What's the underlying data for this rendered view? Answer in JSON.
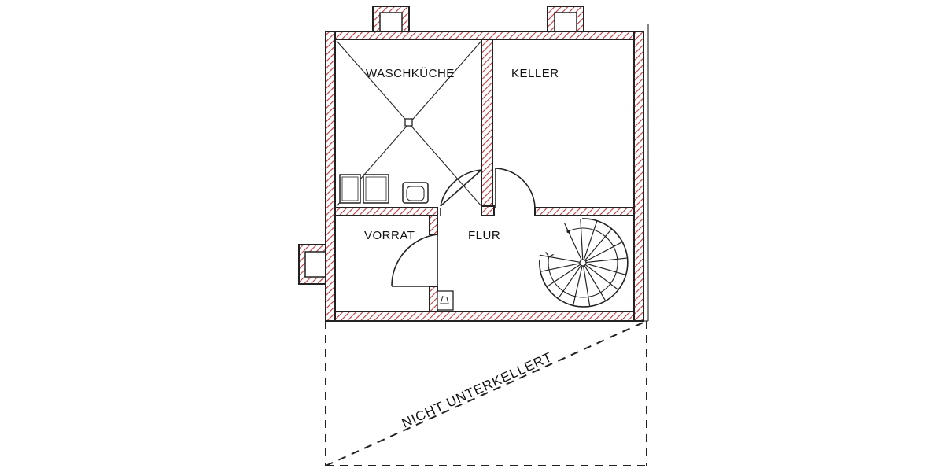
{
  "rooms": {
    "waschkueche": "WASCHKÜCHE",
    "keller": "KELLER",
    "vorrat": "VORRAT",
    "flur": "FLUR"
  },
  "area_note": "NICHT UNTERKELLERT",
  "colors": {
    "wall_outline": "#222222",
    "hatch": "#c0393f",
    "background": "#ffffff"
  }
}
